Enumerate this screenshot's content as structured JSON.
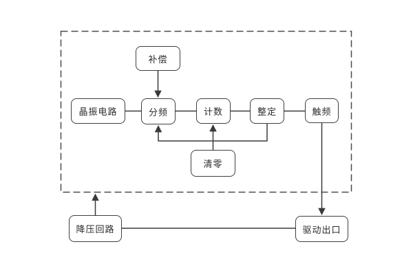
{
  "diagram": {
    "title": "timer-circuit-block-diagram",
    "nodes": {
      "compensation": {
        "label": "补偿"
      },
      "crystal_oscillator": {
        "label": "晶振电路"
      },
      "frequency_divider": {
        "label": "分频"
      },
      "counter": {
        "label": "计数"
      },
      "setting": {
        "label": "整定"
      },
      "trigger": {
        "label": "触频"
      },
      "clear": {
        "label": "清零"
      },
      "step_down_circuit": {
        "label": "降压回路"
      },
      "drive_output": {
        "label": "驱动出口"
      }
    },
    "colors": {
      "background": "#ffffff",
      "box_border": "#3f3f3f",
      "wire": "#3a3a3a",
      "dashed_boundary": "#4a4a4a",
      "text": "#2b2b2b"
    }
  }
}
